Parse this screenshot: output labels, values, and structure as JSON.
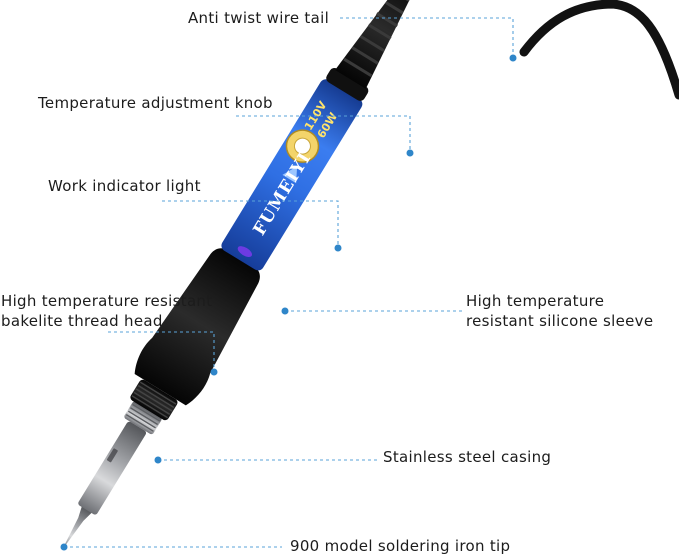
{
  "product": {
    "brand": "FUMEIYI",
    "voltage": "110V",
    "wattage": "60W"
  },
  "colors": {
    "handle_blue": "#2a63d6",
    "rubber_black": "#141414",
    "steel": "#a7a9ad",
    "leader_line": "#5aa3d8",
    "dot": "#2f86c9"
  },
  "labels": {
    "wire_tail": "Anti twist wire tail",
    "knob": "Temperature adjustment knob",
    "indicator": "Work indicator light",
    "thread_head_line1": "High temperature resistant",
    "thread_head_line2": "bakelite thread head",
    "sleeve_line1": "High temperature",
    "sleeve_line2": "resistant silicone sleeve",
    "casing": "Stainless steel casing",
    "tip": "900 model soldering iron tip"
  }
}
